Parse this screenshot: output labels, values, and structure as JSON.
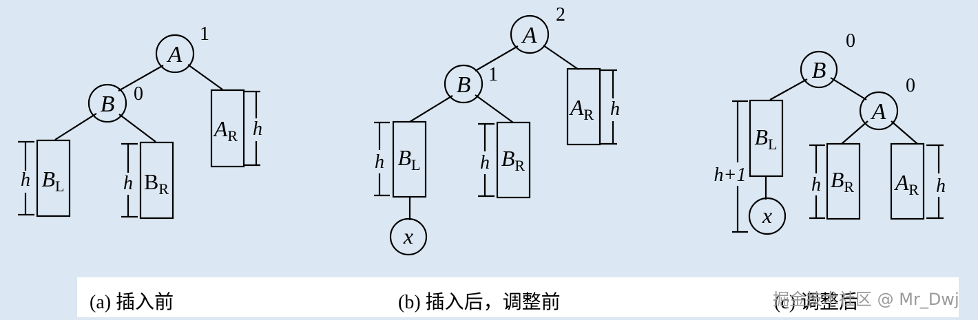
{
  "diagrams": [
    {
      "caption": "(a)  插入前",
      "nodes": [
        {
          "letter": "A",
          "factor": "1"
        },
        {
          "letter": "B",
          "factor": "0"
        }
      ],
      "subtrees": [
        {
          "main": "B",
          "sub": "L",
          "height": "h"
        },
        {
          "main": "B",
          "sub": "R",
          "height": "h"
        },
        {
          "main": "A",
          "sub": "R",
          "height": "h"
        }
      ]
    },
    {
      "caption": "(b)  插入后，调整前",
      "nodes": [
        {
          "letter": "A",
          "factor": "2"
        },
        {
          "letter": "B",
          "factor": "1"
        },
        {
          "letter": "x",
          "factor": ""
        }
      ],
      "subtrees": [
        {
          "main": "B",
          "sub": "L",
          "height": "h"
        },
        {
          "main": "B",
          "sub": "R",
          "height": "h"
        },
        {
          "main": "A",
          "sub": "R",
          "height": "h"
        }
      ]
    },
    {
      "caption": "(c)  调整后",
      "nodes": [
        {
          "letter": "B",
          "factor": "0"
        },
        {
          "letter": "A",
          "factor": "0"
        },
        {
          "letter": "x",
          "factor": ""
        }
      ],
      "subtrees": [
        {
          "main": "B",
          "sub": "L",
          "height": "h+1"
        },
        {
          "main": "B",
          "sub": "R",
          "height": "h"
        },
        {
          "main": "A",
          "sub": "R",
          "height": "h"
        }
      ]
    }
  ],
  "watermark": "掘金技术社区 @ Mr_Dwj"
}
